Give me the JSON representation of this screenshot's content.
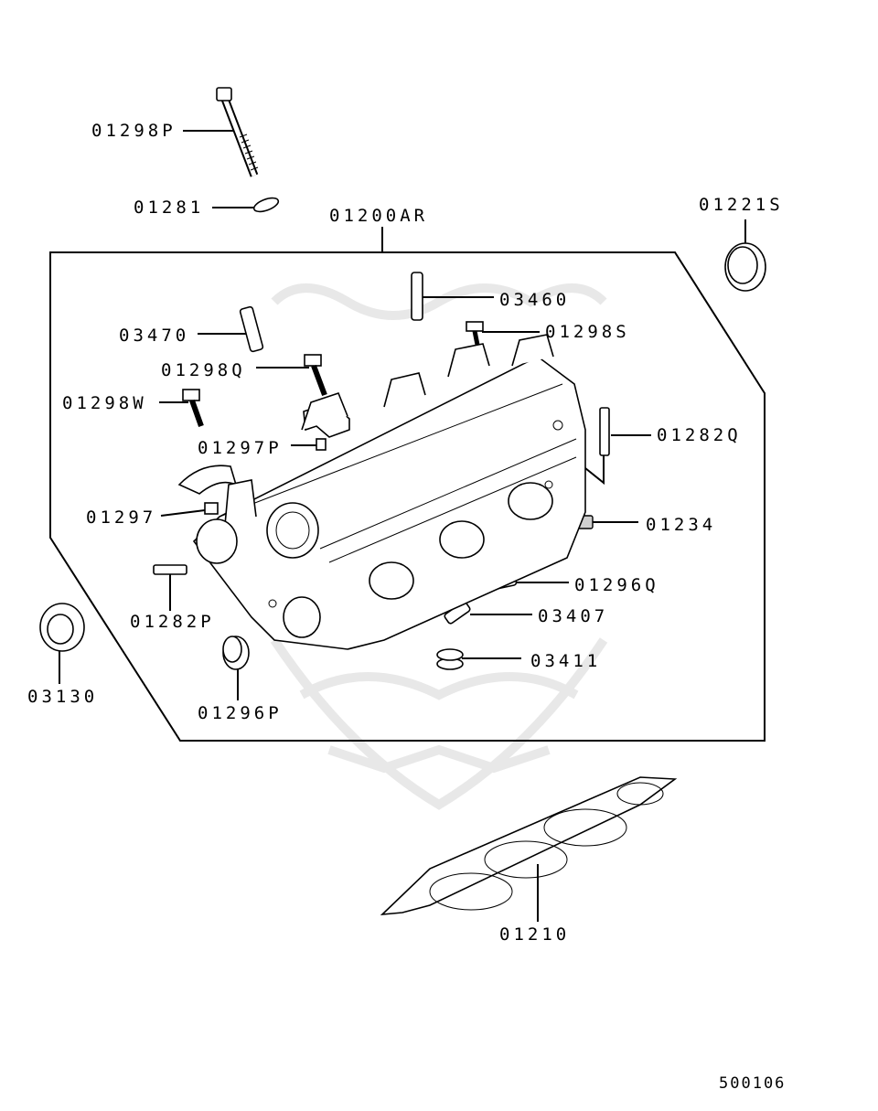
{
  "diagram_id": "500106",
  "parts": {
    "p01298P": "01298P",
    "p01281": "01281",
    "p01200AR": "01200AR",
    "p01221S": "01221S",
    "p03460": "03460",
    "p03470": "03470",
    "p01298S": "01298S",
    "p01298Q": "01298Q",
    "p01298W": "01298W",
    "p01282Q": "01282Q",
    "p01297P": "01297P",
    "p01297": "01297",
    "p01234": "01234",
    "p01296Q": "01296Q",
    "p01282P": "01282P",
    "p03407": "03407",
    "p03411": "03411",
    "p03130": "03130",
    "p01296P": "01296P",
    "p01210": "01210"
  }
}
